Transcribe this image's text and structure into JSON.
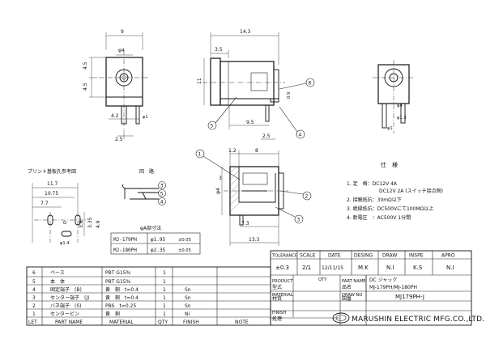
{
  "views": {
    "front": {
      "dims": {
        "width": "9",
        "bore": "φ4",
        "height1": "4.5",
        "height2": "4.5",
        "pin": "4.2",
        "pin_dia": "φ1",
        "offset": "2.5"
      }
    },
    "side": {
      "dims": {
        "length": "14.3",
        "front": "3.5",
        "height": "11",
        "base": "9.5",
        "gap": "2.5",
        "edge": "0.9"
      },
      "callouts": [
        "5",
        "6",
        "4"
      ]
    },
    "rear": {
      "dims": {
        "r1": "φ4",
        "r2": "φ1.3",
        "r3": "φ1"
      }
    },
    "top": {
      "dims": {
        "a": "1.2",
        "b": "8",
        "c": "3",
        "d": "φ4",
        "e": "7.3",
        "f": "13.3"
      },
      "callouts": [
        "1",
        "2",
        "3"
      ]
    }
  },
  "pcb": {
    "title": "プリント基板孔参考図",
    "dims": [
      "11.7",
      "10.75",
      "7.7",
      "3.8",
      "3.35",
      "4.9",
      "φ1.4"
    ]
  },
  "circuit": {
    "title": "回　路",
    "pins": [
      "3",
      "5",
      "4"
    ]
  },
  "phi_table": {
    "title": "φA部寸法",
    "rows": [
      {
        "model": "MJ-179PH",
        "value": "φ1.95",
        "tol": "±0.05"
      },
      {
        "model": "MJ-180PH",
        "value": "φ2.35",
        "tol": "±0.05"
      }
    ]
  },
  "specs": {
    "title": "仕　様",
    "lines": [
      "1. 定　格：DC12V 4A",
      "DC12V 2A (スイッチ接点側)",
      "2. 接触抵抗：30mΩ以下",
      "3. 絶縁抵抗：DC500Vにて100MΩ以上",
      "4. 耐電圧　：AC500V 1分間"
    ]
  },
  "parts": {
    "headers": [
      "LET",
      "PART NAME",
      "MATERIAL",
      "QTY",
      "FINISH",
      "NOTE"
    ],
    "rows": [
      {
        "let": "6",
        "name": "ベース",
        "material": "PBT G15%",
        "qty": "1",
        "finish": "",
        "note": ""
      },
      {
        "let": "5",
        "name": "本　体",
        "material": "PBT G15%",
        "qty": "1",
        "finish": "",
        "note": ""
      },
      {
        "let": "4",
        "name": "固定端子　(B)",
        "material": "黄　銅　t=0.4",
        "qty": "1",
        "finish": "Sn",
        "note": ""
      },
      {
        "let": "3",
        "name": "センター端子　(J)",
        "material": "黄　銅　t=0.4",
        "qty": "1",
        "finish": "Sn",
        "note": ""
      },
      {
        "let": "2",
        "name": "バネ端子　(S)",
        "material": "PBS　t=0.25",
        "qty": "1",
        "finish": "Sn",
        "note": ""
      },
      {
        "let": "1",
        "name": "センターピン",
        "material": "黄　銅",
        "qty": "1",
        "finish": "Ni",
        "note": ""
      }
    ]
  },
  "title_block": {
    "head_labels": [
      "TOLERANCE",
      "SCALE",
      "DATE",
      "DESING",
      "DRAW",
      "INSPE",
      "APRO"
    ],
    "head_values": [
      "±0.3",
      "2/1",
      "12/11/15",
      "M.K",
      "N.I",
      "K.S",
      "N.I"
    ],
    "qty_label": "QTY",
    "product_label_en": "PRODUCT",
    "product_label_jp": "型式",
    "partname_label_en": "PART NAME",
    "partname_label_jp": "品名",
    "partname_value1": "DC ジャック",
    "partname_value2": "MJ-179PH/MJ-180PH",
    "material_label_en": "MATERIAL",
    "material_label_jp": "材質",
    "drawno_label_en": "DRAW NO",
    "drawno_label_jp": "図番",
    "drawno_value": "MJ179PH-J",
    "finish_label_en": "FINISH",
    "finish_label_jp": "処理",
    "company": "MARUSHIN ELECTRIC MFG.CO.,LTD."
  }
}
